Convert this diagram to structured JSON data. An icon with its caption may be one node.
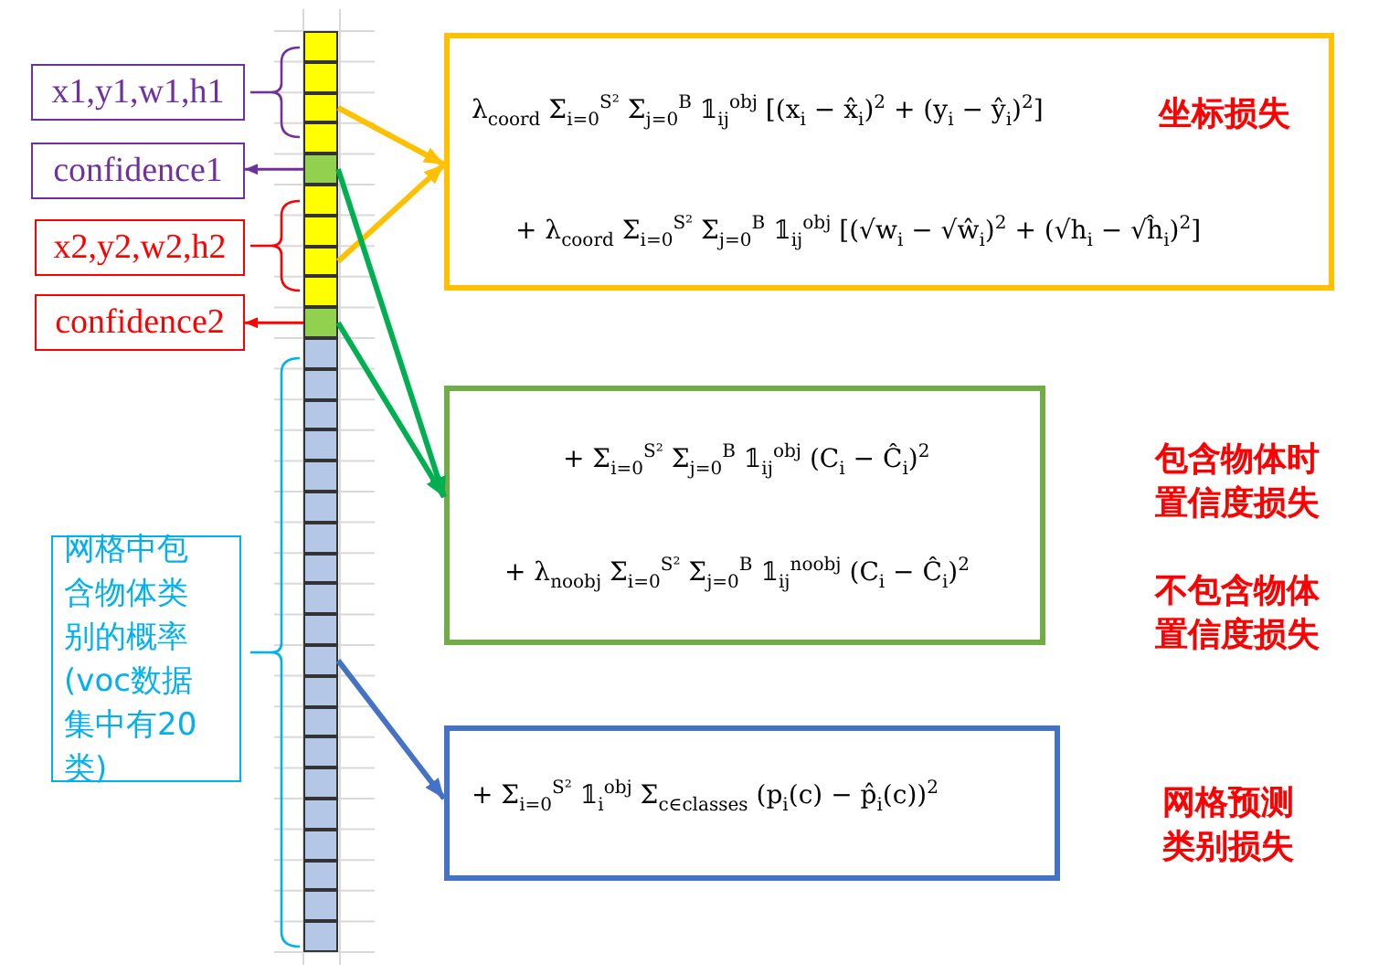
{
  "diagram": {
    "nodes": [
      {
        "text": [
          "x1,y1,w1,h1"
        ]
      },
      {
        "text": [
          "confidence1"
        ]
      },
      {
        "text": [
          "x2,y2,w2,h2"
        ]
      },
      {
        "text": [
          "confidence2"
        ]
      },
      {
        "text": [
          "网格中包含物体类别的概率(voc数据集中有20类)"
        ]
      },
      {
        "text": [],
        "shape": "box"
      },
      {
        "text": [],
        "shape": "box"
      },
      {
        "text": [],
        "shape": "box"
      },
      {
        "text": [],
        "shape": "box"
      },
      {
        "text": [],
        "shape": "box"
      },
      {
        "text": [],
        "shape": "box"
      },
      {
        "text": [],
        "shape": "box"
      },
      {
        "text": [],
        "shape": "box"
      },
      {
        "text": [],
        "shape": "box"
      },
      {
        "text": [],
        "shape": "box"
      },
      {
        "text": [],
        "shape": "box"
      },
      {
        "text": [],
        "shape": "box"
      },
      {
        "text": [],
        "shape": "box"
      },
      {
        "text": [],
        "shape": "box"
      },
      {
        "text": [],
        "shape": "box"
      },
      {
        "text": [],
        "shape": "box"
      },
      {
        "text": [],
        "shape": "box"
      },
      {
        "text": [],
        "shape": "box"
      },
      {
        "text": [],
        "shape": "box"
      },
      {
        "text": [],
        "shape": "box"
      },
      {
        "text": [],
        "shape": "box"
      },
      {
        "text": [],
        "shape": "box"
      },
      {
        "text": [],
        "shape": "box"
      },
      {
        "text": [],
        "shape": "box"
      },
      {
        "text": [],
        "shape": "box"
      },
      {
        "text": [],
        "shape": "box"
      },
      {
        "text": [],
        "shape": "box"
      },
      {
        "text": [],
        "shape": "box"
      },
      {
        "text": [],
        "shape": "box"
      },
      {
        "text": [],
        "shape": "box"
      },
      {
        "text": [
          "λ$_{coord}$ Σ$_{i=0}$$^{S²}$ Σ$_{j=0}$$^{B}$ 𝟙$_{ij}$$^{obj}$ [(x$_{i}$ − x̂$_{i}$)$^{2}$ + (y$_{i}$ − ŷ$_{i}$)$^{2}$]",
          "坐标损失",
          "+ λ$_{coord}$ Σ$_{i=0}$$^{S²}$ Σ$_{j=0}$$^{B}$ 𝟙$_{ij}$$^{obj}$ [(√w$_{i}$ − √ŵ$_{i}$)$^{2}$ + (√h$_{i}$ − √ĥ$_{i}$)$^{2}$]"
        ]
      },
      {
        "text": [
          "+ Σ$_{i=0}$$^{S²}$ Σ$_{j=0}$$^{B}$ 𝟙$_{ij}$$^{obj}$ (C$_{i}$ − Ĉ$_{i}$)$^{2}$",
          "+ λ$_{noobj}$ Σ$_{i=0}$$^{S²}$ Σ$_{j=0}$$^{B}$ 𝟙$_{ij}$$^{noobj}$ (C$_{i}$ − Ĉ$_{i}$)$^{2}$"
        ],
        "beside": [
          "包含物体时置信度损失",
          "不包含物体置信度损失"
        ]
      },
      {
        "text": [
          "+ Σ$_{i=0}$$^{S²}$ 𝟙$_{i}$$^{obj}$ Σ$_{c∈classes}$ (p$_{i}$(c) − p̂$_{i}$(c))$^{2}$"
        ],
        "beside": [
          "网格预测类别损失"
        ]
      }
    ],
    "edges": [
      {
        "from": 9,
        "to": 1,
        "arrow": "to",
        "color": "#7030a0"
      },
      {
        "from": 14,
        "to": 3,
        "arrow": "to",
        "color": "#ff0000"
      },
      {
        "from": 7,
        "to": 35,
        "arrow": "to",
        "color": "#ffc000"
      },
      {
        "from": 12,
        "to": 35,
        "arrow": "to",
        "color": "#ffc000"
      },
      {
        "from": 9,
        "to": 36,
        "arrow": "to",
        "color": "#00b050"
      },
      {
        "from": 14,
        "to": 36,
        "arrow": "to",
        "color": "#00b050"
      },
      {
        "from": 25,
        "to": 37,
        "arrow": "to",
        "color": "#4472c4"
      }
    ]
  }
}
